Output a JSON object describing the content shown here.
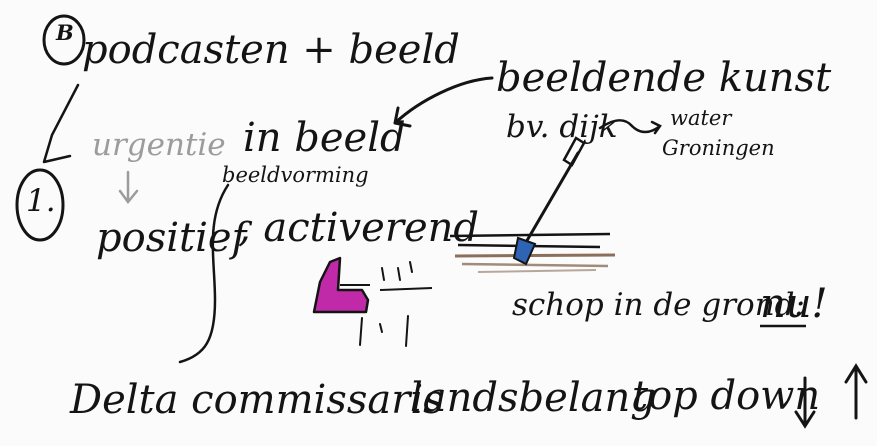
{
  "colors": {
    "ink": "#141414",
    "board": "#fbfbfb",
    "grey_ink": "#9c9c9c",
    "magenta": "#c02aa8",
    "blue": "#2e63b5",
    "brown": "#8b6f5a"
  },
  "notes": {
    "section_id": "B",
    "podcast": "podcasten + beeld",
    "number": "1.",
    "urgentie": "urgentie",
    "in_beeld": "in beeld",
    "beeldende_kunst": "beeldende kunst",
    "bv_dijk": "bv. dijk",
    "water": "water",
    "groningen": "Groningen",
    "beeldvorming": "beeldvorming",
    "positief": "positief",
    "activerend": ", activerend",
    "schop": "schop in de grond:",
    "nu": "nu!",
    "delta": "Delta commissaris",
    "landsbelang": "landsbelang",
    "topdown": "top down"
  },
  "icons": [
    "arrow-icon",
    "shovel-icon",
    "boot-icon",
    "circle-icon",
    "down-arrow-icon",
    "up-arrow-icon",
    "spark-icon",
    "dike-icon"
  ]
}
